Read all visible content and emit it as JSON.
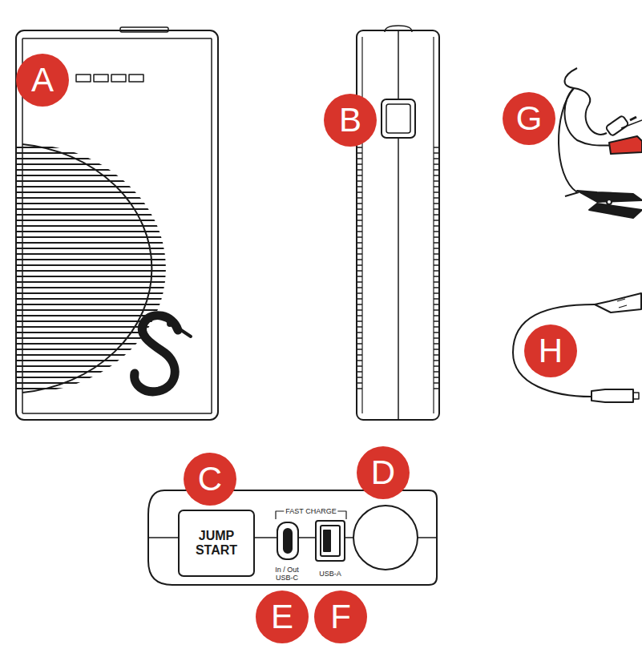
{
  "diagram": {
    "nodes": [
      {
        "text": [
          "JUMP START"
        ]
      }
    ],
    "labels": [
      "A",
      "B",
      "G",
      "H",
      "C",
      "D",
      "E",
      "F",
      "FAST CHARGE",
      "In / Out USB-C",
      "USB-A"
    ]
  }
}
